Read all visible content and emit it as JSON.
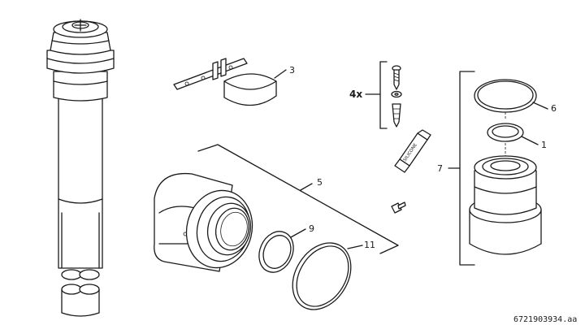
{
  "labels": {
    "p1": "1",
    "p3": "3",
    "p5": "5",
    "p6": "6",
    "p7": "7",
    "p9": "9",
    "p11": "11",
    "qty": "4x",
    "tube_text": "SILICONE"
  },
  "figure_id": "6721903934.aa"
}
